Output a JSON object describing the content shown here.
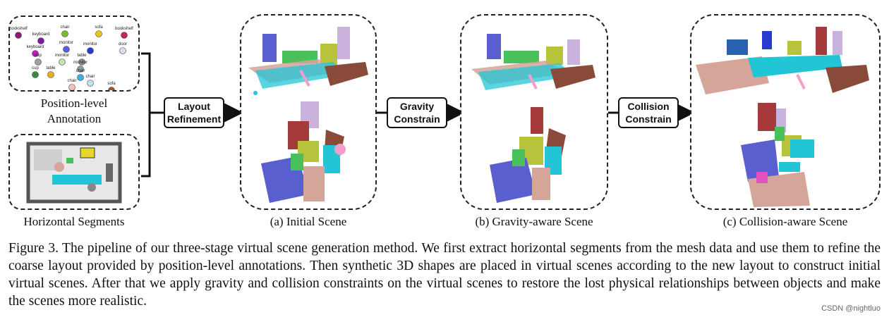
{
  "panels": {
    "position_annotation_label": "Position-level Annotation",
    "position_annotation_label_line1": "Position-level",
    "position_annotation_label_line2": "Annotation",
    "horizontal_segments_label": "Horizontal Segments"
  },
  "position_points": [
    {
      "label": "bookshelf",
      "color": "#8b1a7a"
    },
    {
      "label": "keyboard",
      "color": "#7d1aa0"
    },
    {
      "label": "chair",
      "color": "#7dbb2a"
    },
    {
      "label": "sofa",
      "color": "#e6c520"
    },
    {
      "label": "bookshelf",
      "color": "#c8206a"
    },
    {
      "label": "keyboard",
      "color": "#c020c0"
    },
    {
      "label": "monitor",
      "color": "#5560e0"
    },
    {
      "label": "monitor",
      "color": "#2a3ad0"
    },
    {
      "label": "door",
      "color": "#e6d6ee"
    },
    {
      "label": "cup",
      "color": "#a0a0a0"
    },
    {
      "label": "monitor",
      "color": "#c8e0b0"
    },
    {
      "label": "table",
      "color": "#909090"
    },
    {
      "label": "monitor",
      "color": "#8aa0a0"
    },
    {
      "label": "cup",
      "color": "#3a8a3a"
    },
    {
      "label": "table",
      "color": "#e6b020"
    },
    {
      "label": "chair",
      "color": "#40b0e0"
    },
    {
      "label": "chair",
      "color": "#f0c0c0"
    },
    {
      "label": "sofa",
      "color": "#a05a2a"
    },
    {
      "label": "chair",
      "color": "#c0e0f0"
    }
  ],
  "buttons": {
    "layout_refinement_line1": "Layout",
    "layout_refinement_line2": "Refinement",
    "gravity_line1": "Gravity",
    "gravity_line2": "Constrain",
    "collision_line1": "Collision",
    "collision_line2": "Constrain"
  },
  "scenes": {
    "initial": "(a) Initial Scene",
    "gravity": "(b) Gravity-aware Scene",
    "collision": "(c) Collision-aware Scene"
  },
  "caption": "Figure 3. The pipeline of our three-stage virtual scene generation method. We first extract horizontal segments from the mesh data and use them to refine the coarse layout provided by position-level annotations. Then synthetic 3D shapes are placed in virtual scenes according to the new layout to construct initial virtual scenes. After that we apply gravity and collision constraints on the virtual scenes to restore the lost physical relationships between objects and make the scenes more realistic.",
  "watermark": "CSDN @nightluo",
  "colors": {
    "blue": "#5a5fd0",
    "cyan": "#22c5d5",
    "pink_brown": "#d5a59a",
    "dark_red": "#a63a3a",
    "lavender": "#c9b3dc",
    "green": "#4ac05a",
    "yellow_green": "#b7c33a",
    "sofa_brown": "#8a4a3a"
  }
}
